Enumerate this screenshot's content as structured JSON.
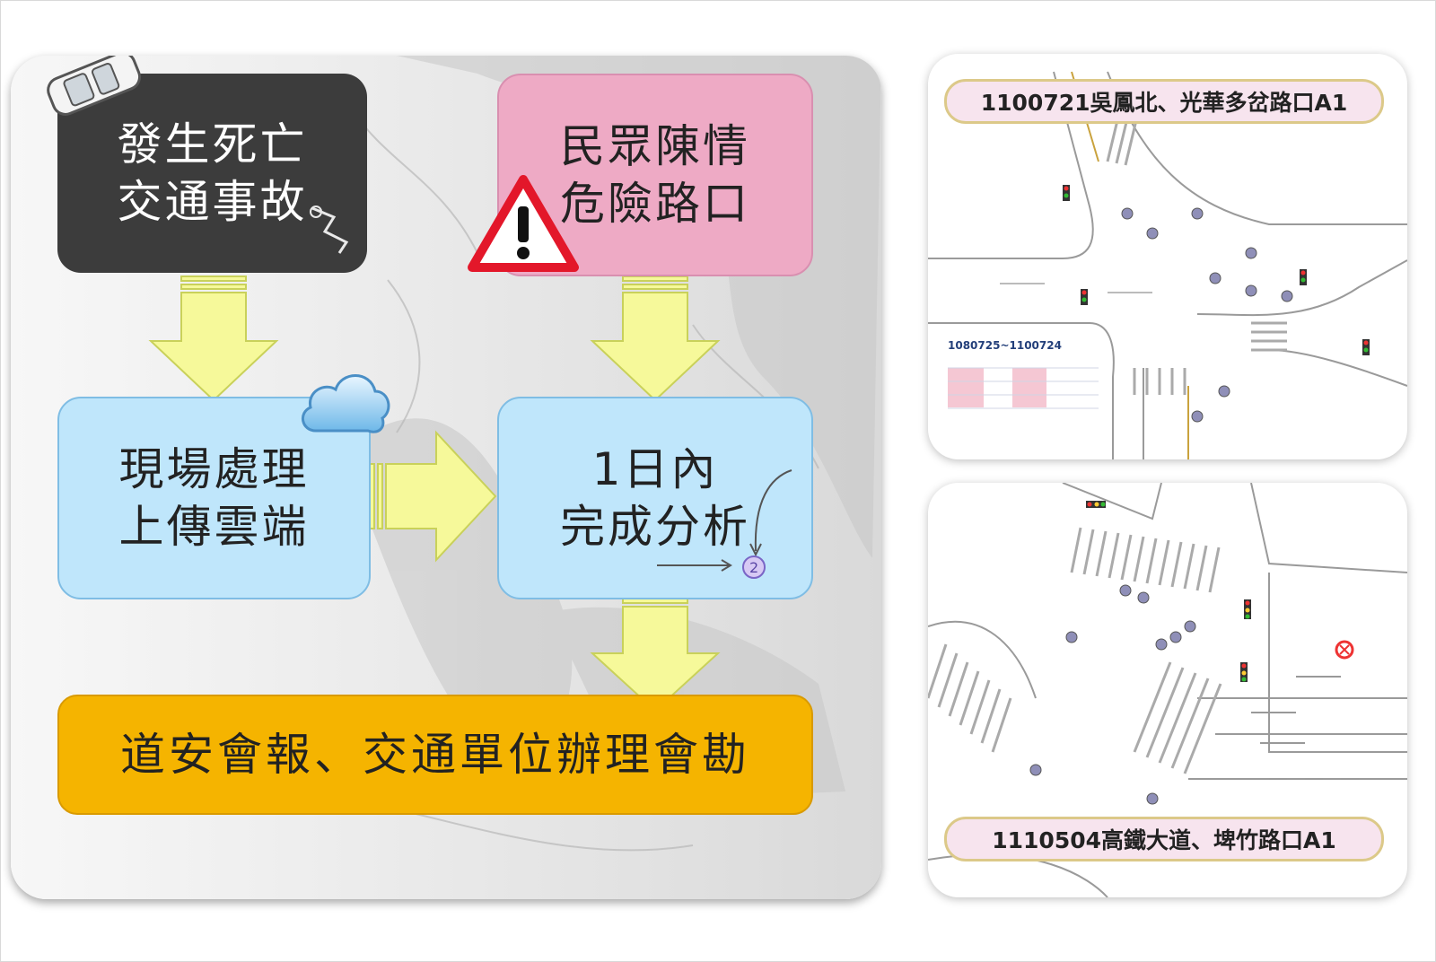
{
  "flow": {
    "fatal_accident": [
      "發生死亡",
      "交通事故"
    ],
    "public_petition": [
      "民眾陳情",
      "危險路口"
    ],
    "onsite_upload": [
      "現場處理",
      "上傳雲端"
    ],
    "analysis": [
      "1日內",
      "完成分析"
    ],
    "final_action": "道安會報、交通單位辦理會勘"
  },
  "maps": [
    {
      "caption": "1100721吳鳳北、光華多岔路口A1",
      "period_label": "1080725~1100724"
    },
    {
      "caption": "1110504高鐵大道、埤竹路口A1"
    }
  ],
  "colors": {
    "dark_box": "#3c3c3c",
    "pink_box": "#eeaac5",
    "blue_box": "#bfe6fb",
    "orange_box": "#f5b400",
    "arrow_fill": "#f6f99a",
    "arrow_stroke": "#c9d15a"
  },
  "icons": [
    "car-icon",
    "warning-icon",
    "cloud-icon"
  ]
}
